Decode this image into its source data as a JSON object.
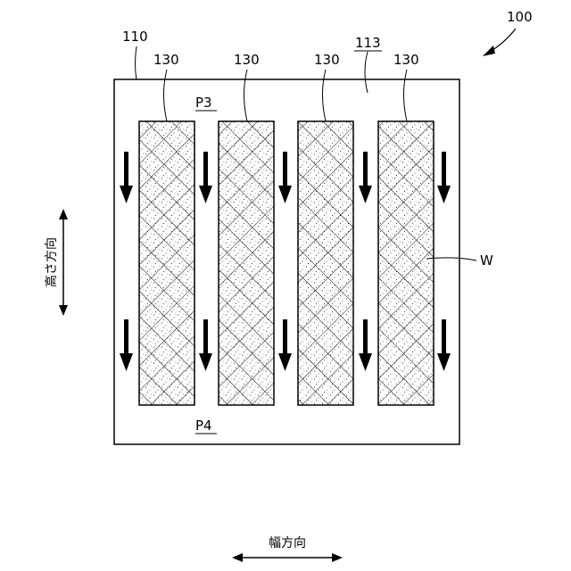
{
  "figure": {
    "assembly_ref": "100",
    "frame_ref": "110",
    "space_ref": "113",
    "panel_ref": "130",
    "panels": [
      {
        "ref": "130"
      },
      {
        "ref": "130"
      },
      {
        "ref": "130"
      },
      {
        "ref": "130"
      }
    ],
    "upper_position": "P3",
    "lower_position": "P4",
    "work_ref": "W",
    "height_direction": "高さ方向",
    "width_direction": "幅方向",
    "arrow_direction": "down",
    "colors": {
      "line": "#000000",
      "background": "#ffffff"
    }
  }
}
